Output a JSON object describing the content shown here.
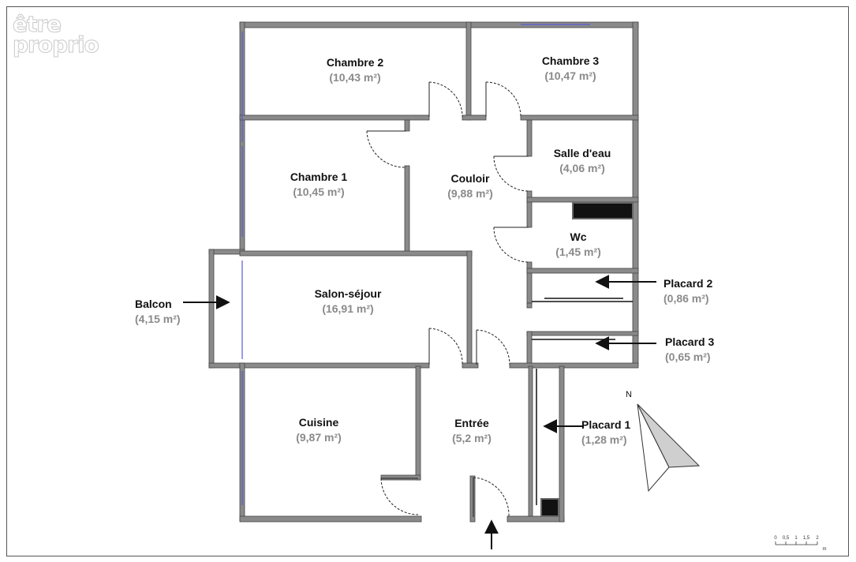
{
  "logo": {
    "line1": "être",
    "line2": "proprio"
  },
  "rooms": {
    "chambre2": {
      "name": "Chambre 2",
      "area": "(10,43 m²)"
    },
    "chambre3": {
      "name": "Chambre 3",
      "area": "(10,47 m²)"
    },
    "salle_deau": {
      "name": "Salle d'eau",
      "area": "(4,06 m²)"
    },
    "chambre1": {
      "name": "Chambre 1",
      "area": "(10,45 m²)"
    },
    "couloir": {
      "name": "Couloir",
      "area": "(9,88 m²)"
    },
    "wc": {
      "name": "Wc",
      "area": "(1,45 m²)"
    },
    "placard2": {
      "name": "Placard 2",
      "area": "(0,86 m²)"
    },
    "balcon": {
      "name": "Balcon",
      "area": "(4,15 m²)"
    },
    "salon": {
      "name": "Salon-séjour",
      "area": "(16,91 m²)"
    },
    "placard3": {
      "name": "Placard 3",
      "area": "(0,65 m²)"
    },
    "cuisine": {
      "name": "Cuisine",
      "area": "(9,87 m²)"
    },
    "entree": {
      "name": "Entrée",
      "area": "(5,2 m²)"
    },
    "placard1": {
      "name": "Placard 1",
      "area": "(1,28 m²)"
    }
  },
  "compass": {
    "north_label": "N"
  },
  "scale": {
    "ticks": [
      "0",
      "0,5",
      "1",
      "1,5",
      "2"
    ],
    "unit": "m"
  },
  "colors": {
    "wall": "#8a8a8a",
    "wall_outline": "#444444",
    "window": "#5a5ad6",
    "fixture": "#111111"
  }
}
